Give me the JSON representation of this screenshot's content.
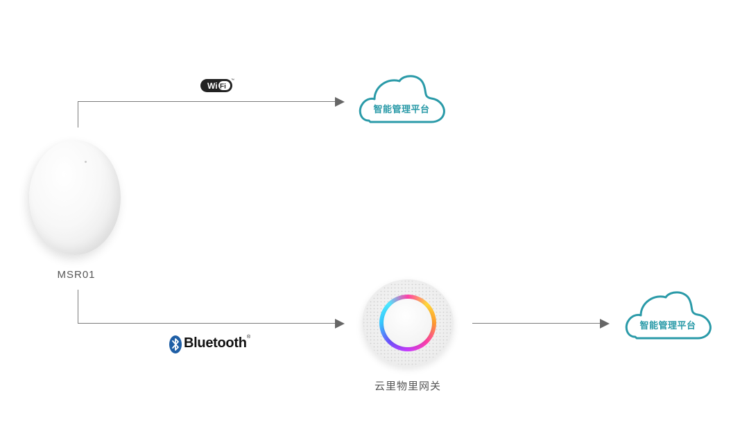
{
  "device": {
    "label": "MSR01"
  },
  "gateway": {
    "label": "云里物里网关"
  },
  "clouds": [
    {
      "label": "智能管理平台"
    },
    {
      "label": "智能管理平台"
    }
  ],
  "wifi_logo": {
    "w": "Wi",
    "f": "Fi",
    "mark": "™"
  },
  "bluetooth_logo": {
    "text": "Bluetooth",
    "mark": "®"
  },
  "colors": {
    "cloud": "#2a9aa8",
    "connector": "#7a7a7a",
    "text": "#555555"
  }
}
